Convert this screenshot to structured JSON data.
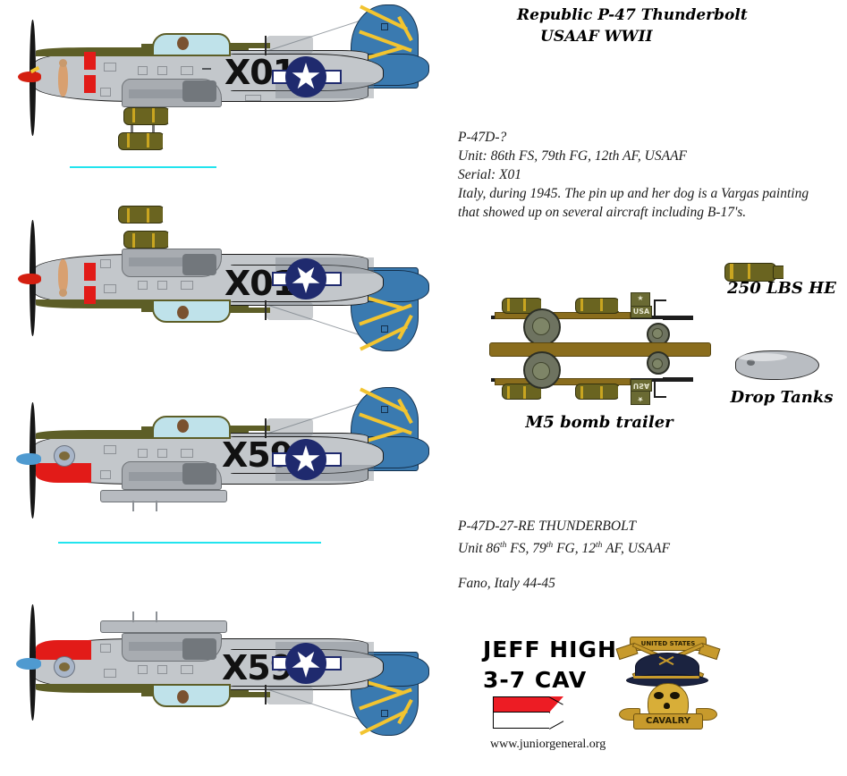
{
  "header": {
    "line1": "Republic P-47 Thunderbolt",
    "line2": "USAAF WWII"
  },
  "description_top": {
    "line1": "P-47D-?",
    "line2": "Unit: 86th FS, 79th FG, 12th AF, USAAF",
    "line3": "Serial: X01",
    "line4": "Italy, during 1945. The pin up and her dog is a Vargas painting",
    "line5": "that showed up on several aircraft including B-17's."
  },
  "description_bottom": {
    "line1": "P-47D-27-RE THUNDERBOLT",
    "line2_pre": "Unit 86",
    "line2_sup1": "th",
    "line2_mid1": " FS, 79",
    "line2_sup2": "th",
    "line2_mid2": " FG, 12",
    "line2_sup3": "th",
    "line2_end": " AF, USAAF",
    "line3": "Fano, Italy 44-45"
  },
  "equipment": {
    "trailer_caption": "M5 bomb trailer",
    "bomb_caption": "250 LBS HE",
    "tank_caption": "Drop Tanks",
    "trailer_plate_usa": "USA",
    "trailer_plate_star": "★"
  },
  "unit_logo": {
    "line1": "JEFF HIGH",
    "line2": "3-7  CAV",
    "emblem_top_banner": "UNITED STATES",
    "emblem_bottom_banner": "CAVALRY"
  },
  "footer": {
    "url": "www.juniorgeneral.org"
  },
  "aircraft": [
    {
      "code": "X01",
      "view": "profile-left-upright",
      "spinner_color": "#d41f10",
      "nose_band": "red",
      "nose_art": "pin-up-girl",
      "stores": "two-250lb-bombs"
    },
    {
      "code": "X01",
      "view": "profile-left-inverted",
      "spinner_color": "#d41f10",
      "nose_band": "red",
      "nose_art": "pin-up-girl",
      "stores": "two-250lb-bombs"
    },
    {
      "code": "X59",
      "view": "profile-left-upright",
      "spinner_color": "#4f9ad0",
      "nose_band": "red",
      "nose_art": "squadron-emblem",
      "stores": "none"
    },
    {
      "code": "X59",
      "view": "profile-left-inverted",
      "spinner_color": "#4f9ad0",
      "nose_band": "red",
      "nose_art": "squadron-emblem",
      "stores": "none"
    }
  ],
  "colors": {
    "fuselage": "#c3c7cb",
    "anti_glare": "#5d5e27",
    "tail_blue": "#3a7ab0",
    "lightning_yellow": "#f2c430",
    "insignia_blue": "#1f2a6e",
    "band_red": "#e21b18",
    "separator_cyan": "#22e4ee",
    "bomb_olive": "#6a6420"
  }
}
